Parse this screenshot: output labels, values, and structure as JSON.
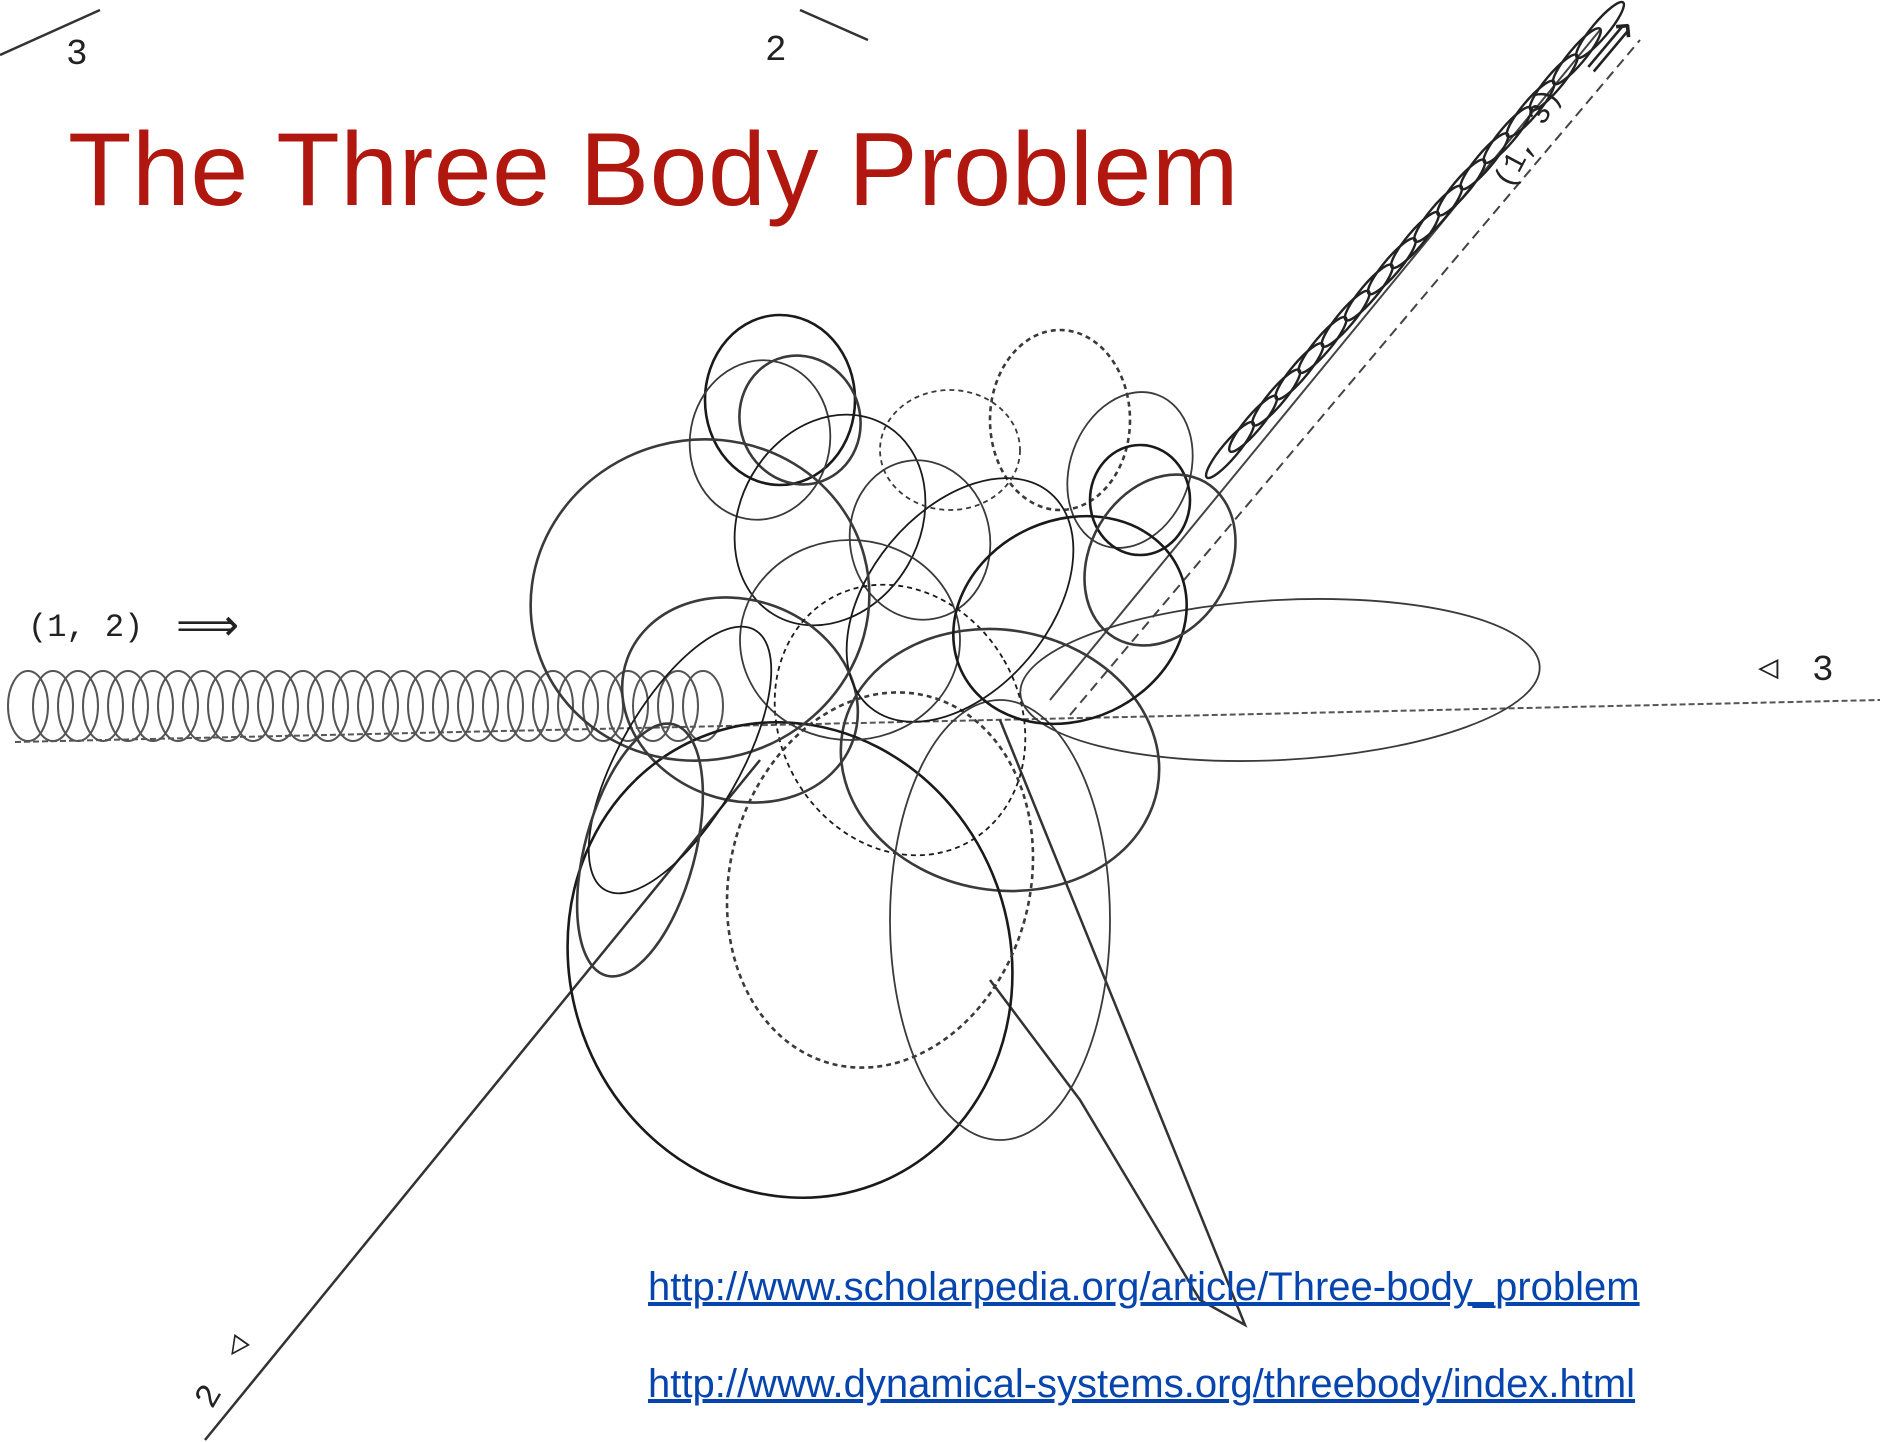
{
  "slide": {
    "title": "The Three Body Problem",
    "title_color": "#b0170f",
    "link_color": "#0645ad",
    "links": [
      "http://www.scholarpedia.org/article/Three-body_problem",
      "http://www.dynamical-systems.org/threebody/index.html"
    ]
  },
  "diagram": {
    "labels": {
      "body3_top_left": "3",
      "body2_top": "2",
      "pair_12": "(1, 2)",
      "pair_13": "(1, 3)",
      "body3_right": "3",
      "body2_bottom": "2"
    },
    "glyphs": {
      "double_arrow": "⟹",
      "open_arrow": "◁"
    }
  }
}
